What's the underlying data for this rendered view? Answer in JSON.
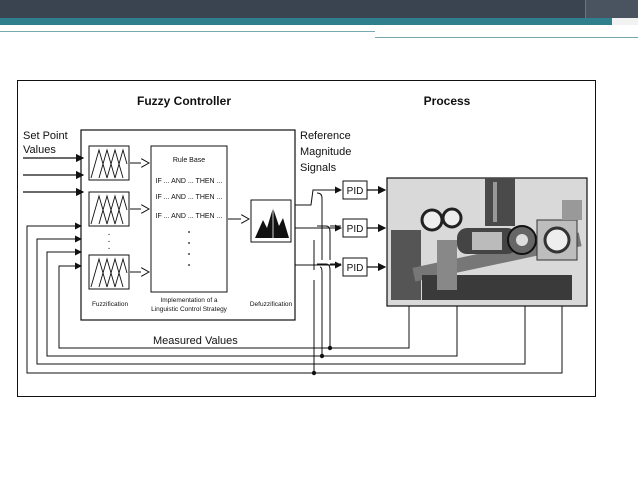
{
  "slide": {
    "colors": {
      "header_dark": "#3a4350",
      "header_teal": "#2f7f8d"
    }
  },
  "diagram": {
    "titles": {
      "controller": "Fuzzy Controller",
      "process": "Process"
    },
    "inputs": {
      "set_point_line1": "Set Point",
      "set_point_line2": "Values"
    },
    "reference": {
      "line1": "Reference",
      "line2": "Magnitude",
      "line3": "Signals"
    },
    "rule_base": {
      "title": "Rule Base",
      "rules": [
        "IF ... AND ... THEN ...",
        "IF ... AND ... THEN ...",
        "IF ... AND ... THEN ..."
      ]
    },
    "pid": [
      "PID",
      "PID",
      "PID"
    ],
    "labels": {
      "fuzzification": "Fuzzification",
      "implementation_line1": "Implementation of a",
      "implementation_line2": "Linguistic Control Strategy",
      "defuzzification": "Defuzzification",
      "measured_values": "Measured Values"
    }
  }
}
